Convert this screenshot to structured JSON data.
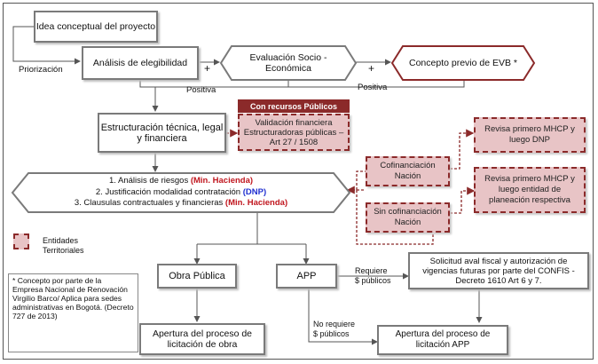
{
  "nodes": {
    "idea": "Idea conceptual del proyecto",
    "analisis_elegibilidad": "Análisis de elegibilidad",
    "evaluacion": "Evaluación Socio - Económica",
    "concepto_previo": "Concepto previo de EVB *",
    "estructuracion": "Estructuración técnica, legal y financiera",
    "con_recursos_header": "Con recursos Públicos",
    "validacion": "Validación financiera Estructuradoras públicas – Art 27 / 1508",
    "riesgos": {
      "line1_text": "1. Análisis de riesgos ",
      "line1_highlight": "(Min. Hacienda)",
      "line2_text": "2. Justificación modalidad contratación ",
      "line2_highlight": "(DNP)",
      "line3_text": "3. Clausulas contractuales y financieras ",
      "line3_highlight": "(Min. Hacienda)"
    },
    "cofinanciacion": "Cofinanciación Nación",
    "sin_cofinanciacion": "Sin cofinanciación Nación",
    "revisa_dnp": "Revisa primero MHCP y luego DNP",
    "revisa_entidad": "Revisa primero MHCP y luego entidad de planeación respectiva",
    "obra_publica": "Obra Pública",
    "app": "APP",
    "solicitud_aval": "Solicitud aval fiscal y autorización de vigencias futuras por parte del CONFIS - Decreto 1610 Art 6 y 7.",
    "apertura_obra": "Apertura del proceso de licitación de obra",
    "apertura_app": "Apertura del proceso de licitación APP"
  },
  "labels": {
    "priorizacion": "Priorización",
    "plus1": "+",
    "plus2": "+",
    "positiva1": "Positiva",
    "positiva2": "Positiva",
    "requiere": "Requiere\n$ públicos",
    "no_requiere": "No requiere\n$ públicos"
  },
  "legend": {
    "entidades": "Entidades Territoriales"
  },
  "footnote": "* Concepto por parte de la Empresa Nacional de Renovación Virgilio Barco/ Aplica para sedes administrativas en Bogotá. (Decreto 727 de 2013)"
}
